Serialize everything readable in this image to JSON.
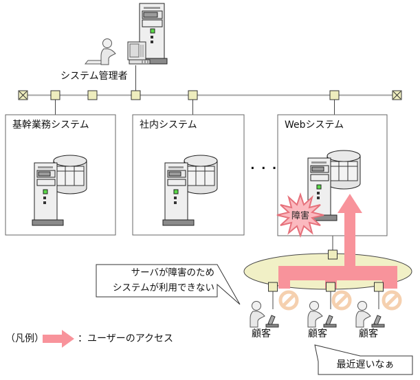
{
  "diagram": {
    "admin_label": "システム管理者",
    "systems": [
      {
        "label": "基幹業務システム"
      },
      {
        "label": "社内システム"
      },
      {
        "label": "Webシステム"
      }
    ],
    "ellipsis": "...",
    "failure_label": "障害",
    "customers": [
      {
        "label": "顧客"
      },
      {
        "label": "顧客"
      },
      {
        "label": "顧客"
      }
    ],
    "bubble_left": {
      "line1": "サーバが障害のため",
      "line2": "システムが利用できない"
    },
    "bubble_right": "最近遅いなぁ",
    "legend": {
      "prefix": "（凡例）",
      "desc": "：ユーザーのアクセス"
    }
  },
  "colors": {
    "access_pink": "#F8939B",
    "node_fill": "#EEEDBE",
    "ellipse_fill": "#F1F0C6",
    "burst_fill": "#FBB9BF",
    "burst_stroke": "#E6717B",
    "prohibition_orange": "#F5CBA7",
    "server_gray": "#EFEFEF",
    "box_border": "#666666"
  },
  "icons": {
    "server": "server-tower-icon",
    "database": "database-cylinder-icon",
    "person": "person-icon",
    "laptop": "laptop-icon",
    "prohibition": "prohibition-icon",
    "terminator": "bus-terminator-icon",
    "node": "network-node"
  }
}
